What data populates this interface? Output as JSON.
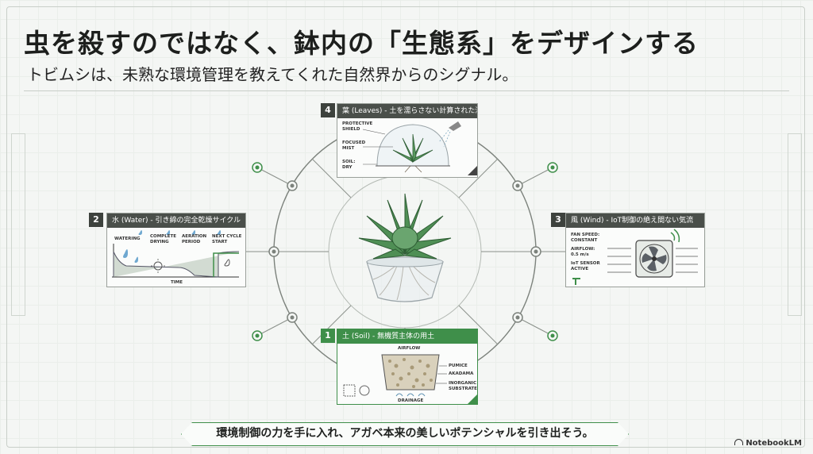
{
  "title": "虫を殺すのではなく、鉢内の「生態系」をデザインする",
  "subtitle": "トビムシは、未熟な環境管理を教えてくれた自然界からのシグナル。",
  "footer": "環境制御の力を手に入れ、アガベ本来の美しいポテンシャルを引き出そう。",
  "brand": "NotebookLM",
  "colors": {
    "accent": "#3f8f4a",
    "dark": "#4a4f4a",
    "background": "#f4f6f4"
  },
  "cards": {
    "leaves": {
      "number": "4",
      "heading": "葉 (Leaves) - 土を濡らさない計算された潅水",
      "labels": [
        "PROTECTIVE\nSHIELD",
        "FOCUSED\nMIST",
        "SOIL:\nDRY"
      ]
    },
    "water": {
      "number": "2",
      "heading": "水 (Water) - 引き締の完全乾燥サイクル",
      "labels": [
        "WATERING",
        "COMPLETE\nDRYING",
        "AERATION\nPERIOD",
        "NEXT CYCLE\nSTART"
      ],
      "axis_label": "TIME"
    },
    "wind": {
      "number": "3",
      "heading": "風 (Wind) - IoT制御の絶え間ない気流",
      "labels": [
        "FAN SPEED:\nCONSTANT",
        "AIRFLOW:\n0.5 m/s",
        "IoT SENSOR\nACTIVE"
      ]
    },
    "soil": {
      "number": "1",
      "heading": "土 (Soil) - 無機質主体の用土",
      "labels": [
        "AIRFLOW",
        "PUMICE",
        "AKADAMA",
        "INORGANIC\nSUBSTRATE",
        "DRAINAGE"
      ]
    }
  }
}
